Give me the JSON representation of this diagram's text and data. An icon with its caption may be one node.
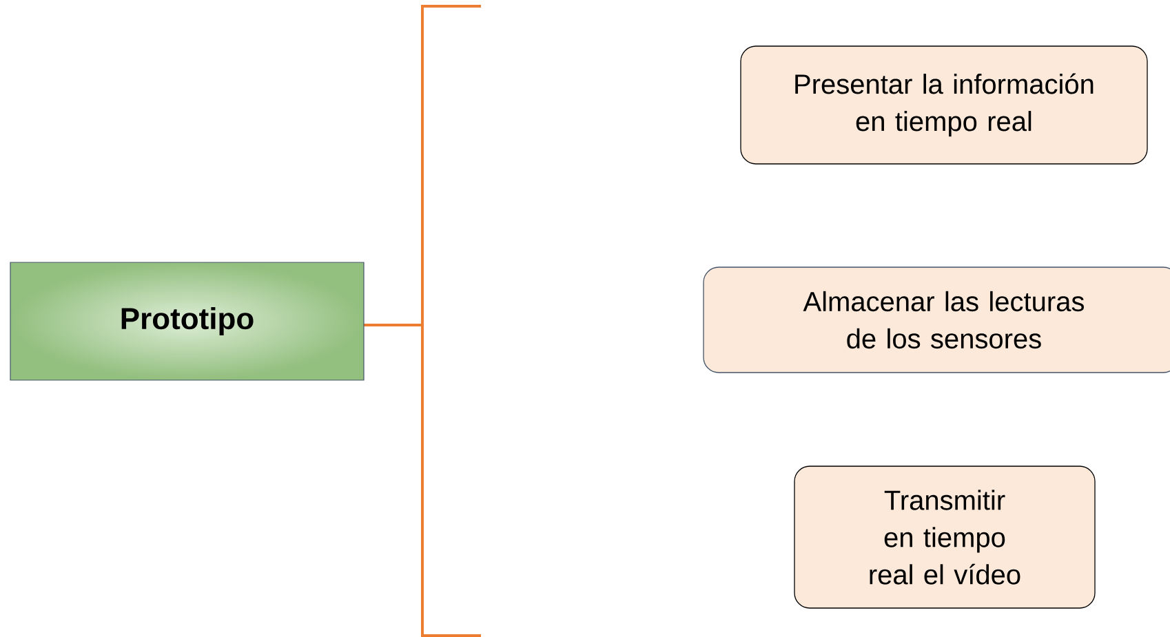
{
  "diagram": {
    "nodes": [
      {
        "text": [
          "Prototipo"
        ]
      },
      {
        "text": [
          "Presentar la información en tiempo real"
        ]
      },
      {
        "text": [
          "Almacenar las lecturas de los sensores"
        ]
      },
      {
        "text": [
          "Transmitir en tiempo real el vídeo"
        ]
      }
    ]
  }
}
